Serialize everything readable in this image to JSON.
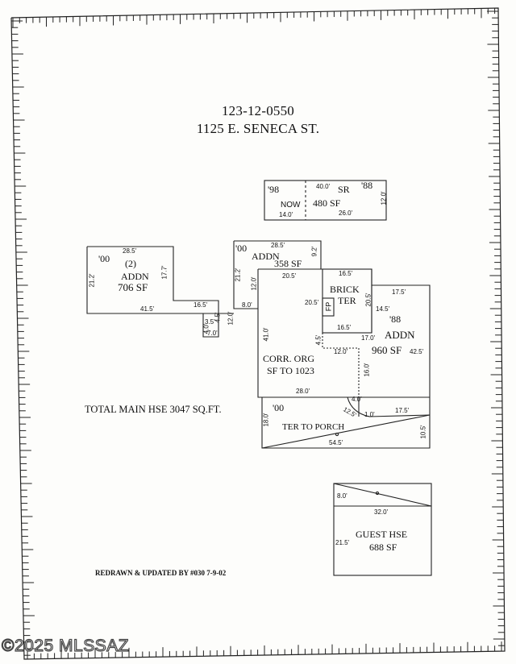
{
  "header": {
    "parcel_number": "123-12-0550",
    "address": "1125 E. SENECA ST."
  },
  "total_label": "TOTAL MAIN HSE 3047 SQ.FT.",
  "footer_note": "REDRAWN & UPDATED BY #030 7-9-02",
  "watermark": "©2025 MLSSAZ",
  "sketch": {
    "sr": {
      "year_left": "'98",
      "year_right": "'88",
      "now": "NOW",
      "name": "SR",
      "area": "480 SF",
      "dim_top": "40.0'",
      "dim_right": "12.0'",
      "dim_bottom_left": "14.0'",
      "dim_bottom_right": "26.0'"
    },
    "addn_left": {
      "year": "'00",
      "count": "(2)",
      "name": "ADDN",
      "area": "706 SF",
      "dim_top": "28.5'",
      "dim_left": "21.2'",
      "dim_right": "17.7'",
      "dim_bottom": "41.5'",
      "dim_step": "16.5'",
      "dim_step_right": "4.5'",
      "dim_small_a": "3.5'",
      "dim_small_b": "4.0'",
      "dim_small_c": "7.0'",
      "dim_link": "12.0'",
      "dim_link_b": "8.0'"
    },
    "addn_top": {
      "year": "'00",
      "name": "ADDN",
      "area": "358 SF",
      "dim_top": "28.5'",
      "dim_right": "9.2'",
      "dim_left": "21.2'",
      "dim_inner": "12.0'"
    },
    "brick_ter": {
      "name_line1": "BRICK",
      "name_line2": "TER",
      "fp": "FP",
      "dim_top": "16.5'",
      "dim_left": "20.5'",
      "dim_right": "20.5'",
      "dim_bottom": "16.5'"
    },
    "main": {
      "name_line1": "CORR. ORG",
      "name_line2": "SF TO 1023",
      "dim_top": "20.5'",
      "dim_left": "41.0'",
      "dim_bottom": "28.0'",
      "dim_inner_top": "12.0'",
      "dim_inner_right": "16.0'",
      "dim_small": "4.5'",
      "dim_step": "17.0'"
    },
    "addn_right": {
      "year": "'88",
      "name": "ADDN",
      "area": "960 SF",
      "dim_top": "17.5'",
      "dim_left": "14.5'",
      "dim_right": "42.5'"
    },
    "porch": {
      "year": "'00",
      "name": "TER TO PORCH",
      "dim_left": "18.0'",
      "dim_right": "10.5'",
      "dim_bottom": "54.5'",
      "dim_top_right": "17.5'",
      "dim_diag": "12.5'",
      "dim_a": "4.0'",
      "dim_b": "1.0'"
    },
    "guest": {
      "name": "GUEST HSE",
      "area": "688 SF",
      "dim_top_left": "8.0'",
      "dim_mid": "32.0'",
      "dim_left": "21.5'"
    }
  }
}
